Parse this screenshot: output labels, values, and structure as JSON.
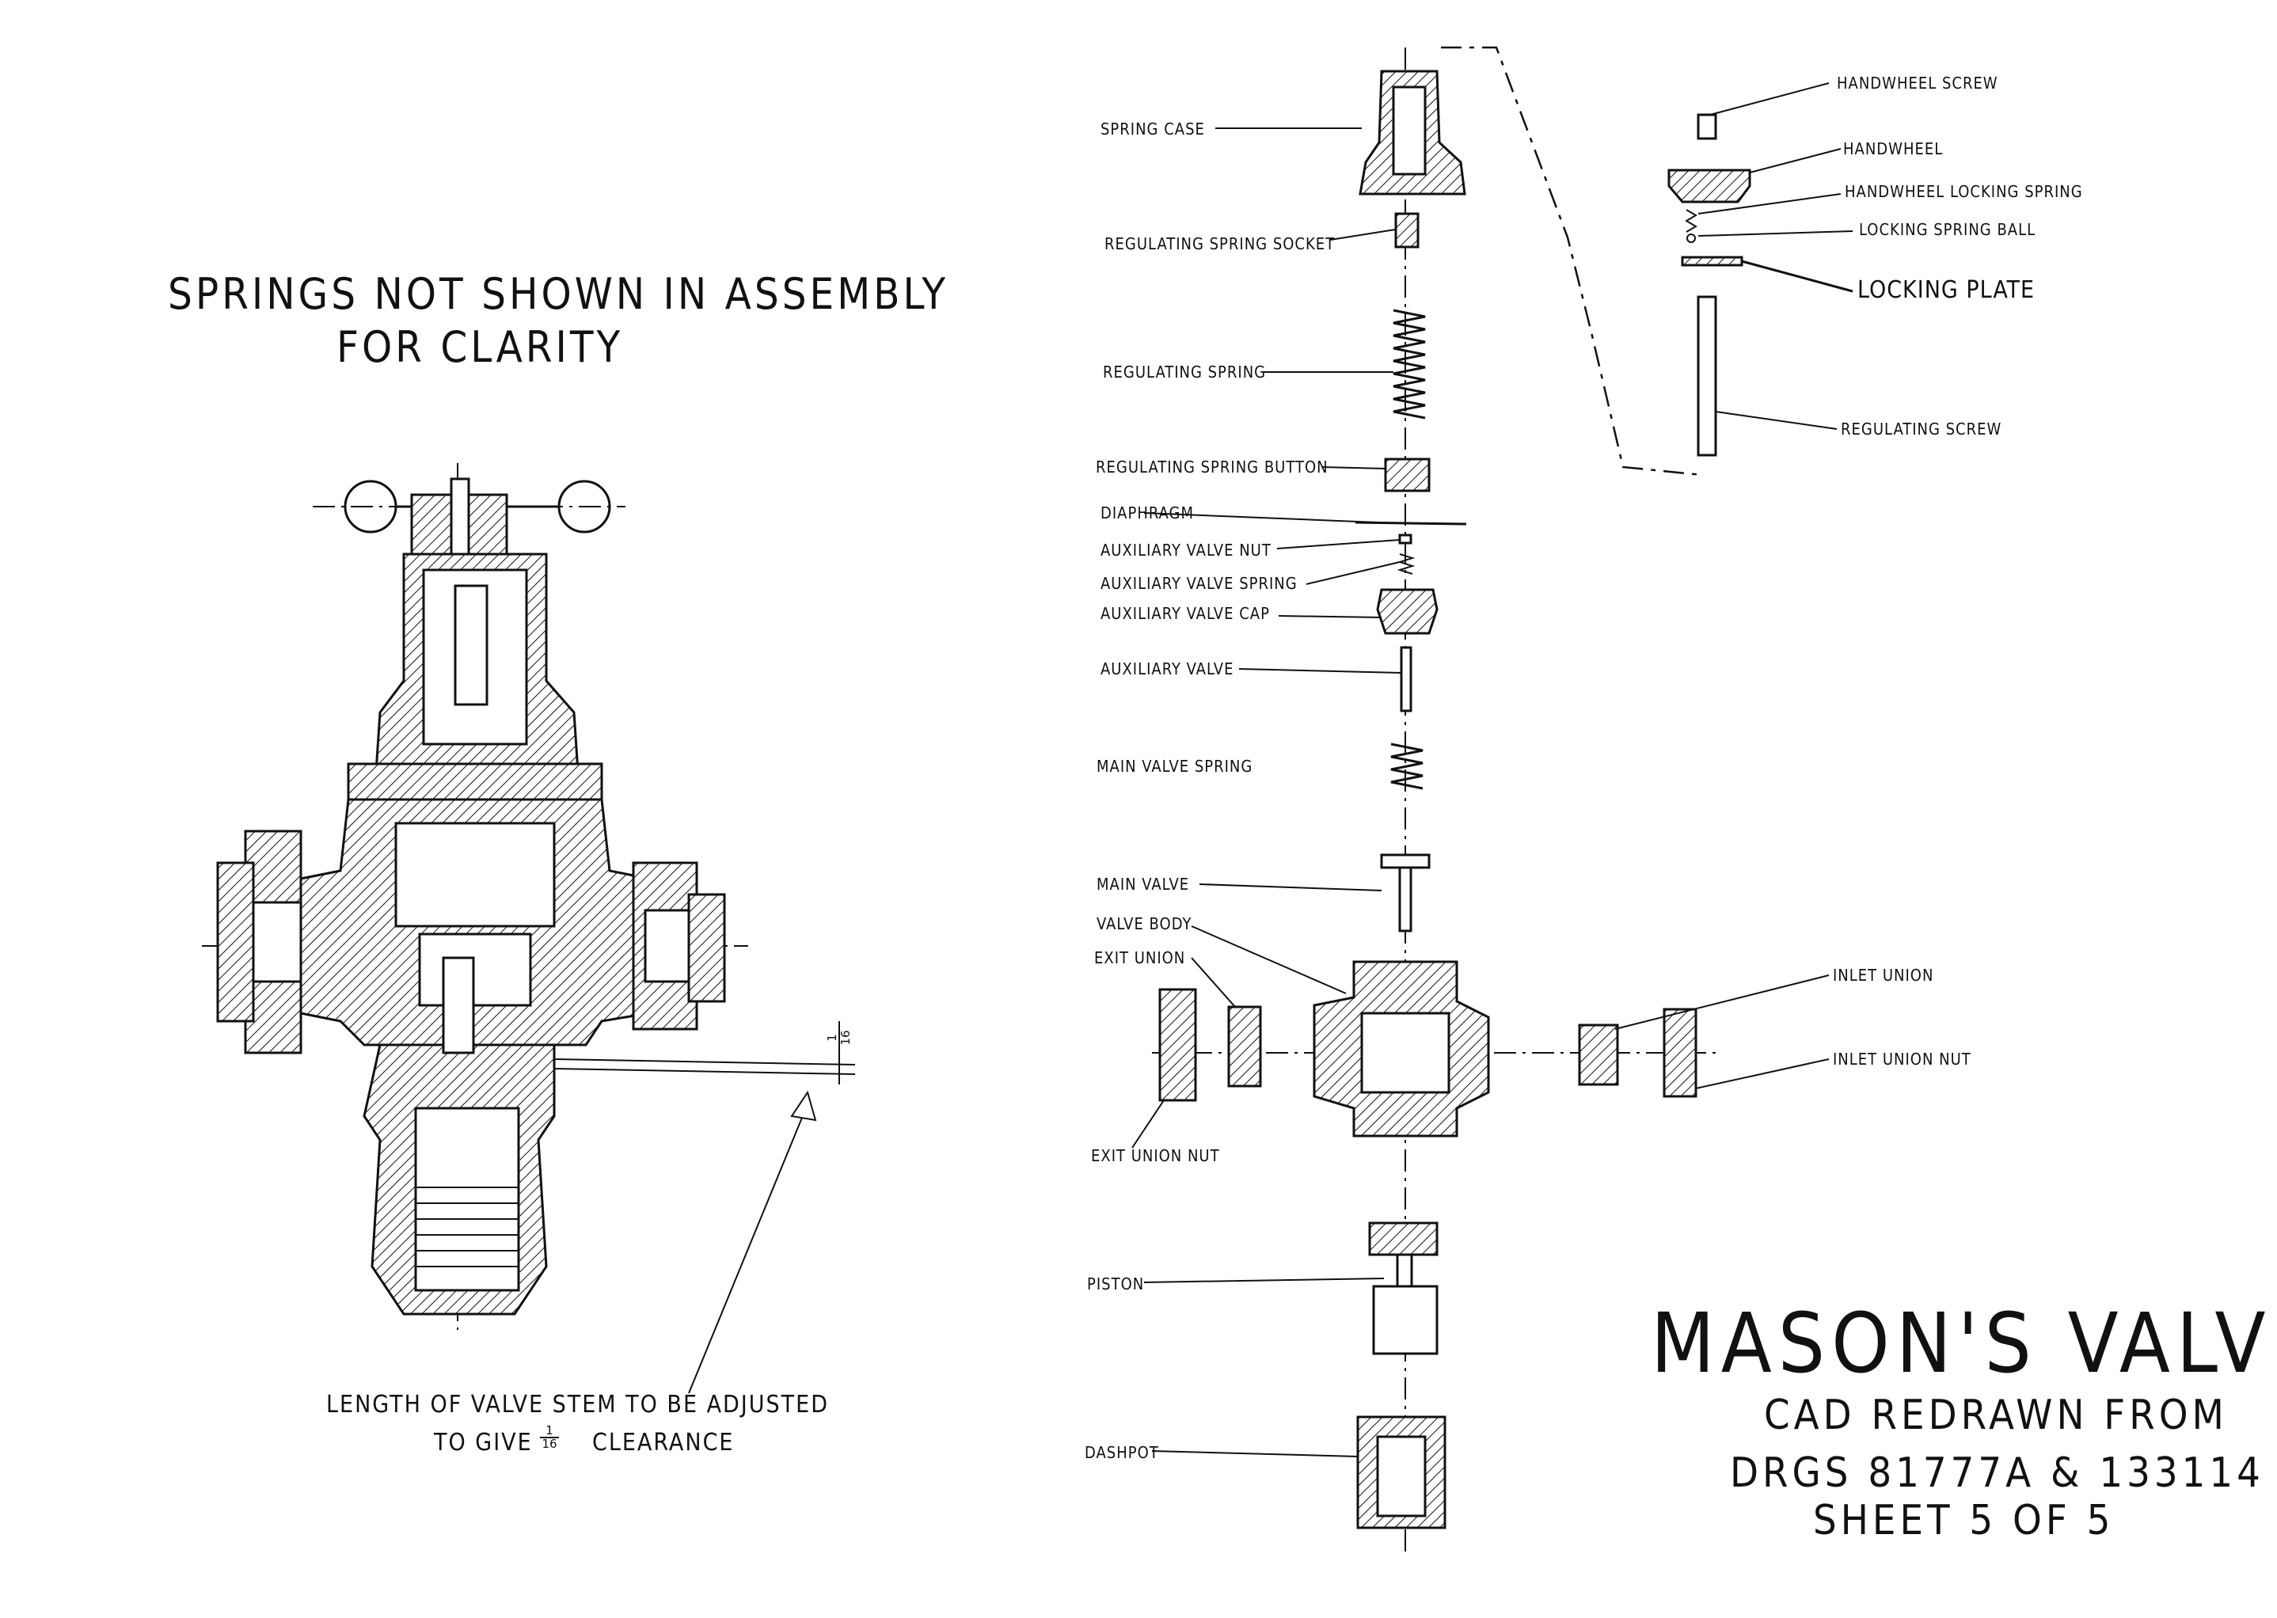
{
  "notes": {
    "springs_line1": "SPRINGS NOT SHOWN IN ASSEMBLY",
    "springs_line2": "FOR CLARITY",
    "stem_line1": "LENGTH OF VALVE STEM TO BE ADJUSTED",
    "stem_line2_a": "TO GIVE",
    "stem_fraction_num": "1",
    "stem_fraction_den": "16",
    "stem_line2_b": "CLEARANCE",
    "dim_fraction_num": "1",
    "dim_fraction_den": "16"
  },
  "labels": {
    "spring_case": "SPRING CASE",
    "regulating_spring_socket": "REGULATING SPRING SOCKET",
    "regulating_spring": "REGULATING SPRING",
    "regulating_spring_button": "REGULATING SPRING BUTTON",
    "diaphragm": "DIAPHRAGM",
    "auxiliary_valve_nut": "AUXILIARY VALVE NUT",
    "auxiliary_valve_spring": "AUXILIARY VALVE SPRING",
    "auxiliary_valve_cap": "AUXILIARY VALVE CAP",
    "auxiliary_valve": "AUXILIARY VALVE",
    "main_valve_spring": "MAIN VALVE SPRING",
    "main_valve": "MAIN VALVE",
    "valve_body": "VALVE BODY",
    "exit_union": "EXIT UNION",
    "exit_union_nut": "EXIT UNION NUT",
    "piston": "PISTON",
    "dashpot": "DASHPOT",
    "handwheel_screw": "HANDWHEEL SCREW",
    "handwheel": "HANDWHEEL",
    "handwheel_locking_spring": "HANDWHEEL LOCKING SPRING",
    "locking_spring_ball": "LOCKING SPRING BALL",
    "locking_plate": "LOCKING PLATE",
    "regulating_screw": "REGULATING SCREW",
    "inlet_union": "INLET UNION",
    "inlet_union_nut": "INLET UNION NUT"
  },
  "title_block": {
    "title": "MASON'S VALVE",
    "line1": "CAD REDRAWN FROM",
    "line2": "DRGS 81777A & 133114",
    "line3": "SHEET 5 OF 5"
  }
}
